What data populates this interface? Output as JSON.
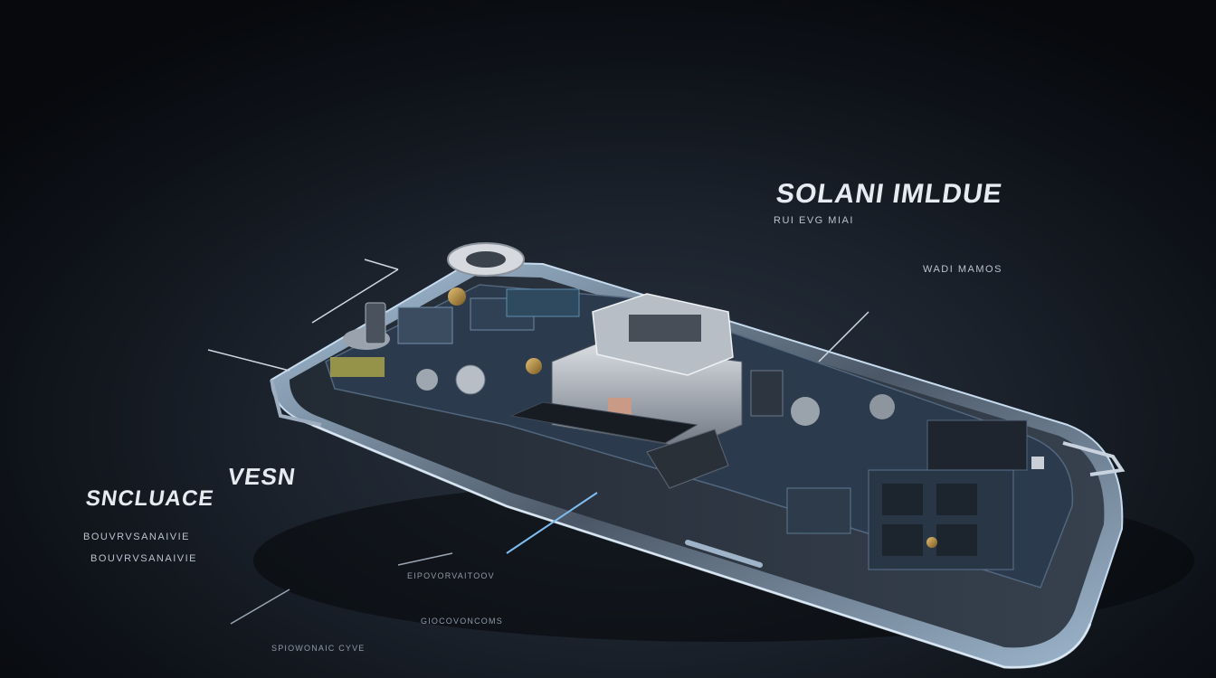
{
  "labels": {
    "top_title": "SOLANI IMLDUE",
    "top_sub_left": "RUI EVG MIAI",
    "top_sub_right": "WADI MAMOS",
    "mid_left_title": "VESN",
    "left_title": "SNCLUACE",
    "left_sub_1": "BOUVRVSANAIVIE",
    "left_sub_2": "BOUVRVSANAIVIE",
    "bottom_sub_1": "EIPOVORVAITOOV",
    "bottom_sub_2": "GIOCOVONCOMS",
    "bottom_sub_3": "SPIOWONAIC CYVE"
  },
  "colors": {
    "accent": "#6fb3e8",
    "background": "#0c1017",
    "casing": "#3a4350",
    "board": "#2b3a4d",
    "gold": "#c9a35a"
  }
}
